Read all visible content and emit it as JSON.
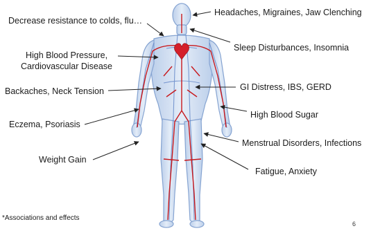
{
  "labels": {
    "headaches": "Headaches, Migraines, Jaw Clenching",
    "colds": "Decrease resistance to colds, flu…",
    "sleep": "Sleep Disturbances, Insomnia",
    "blood_pressure_1": "High Blood Pressure,",
    "blood_pressure_2": "Cardiovascular Disease",
    "backaches": "Backaches, Neck Tension",
    "gi": "GI Distress, IBS, GERD",
    "blood_sugar": "High Blood Sugar",
    "eczema": "Eczema, Psoriasis",
    "menstrual": "Menstrual Disorders, Infections",
    "weight": "Weight Gain",
    "fatigue": "Fatigue, Anxiety"
  },
  "footnote": "*Associations and effects",
  "page_number": "6",
  "colors": {
    "body_fill": "#c9d8ee",
    "body_outline": "#7f9fcf",
    "artery": "#c8181c",
    "heart": "#d4202a",
    "arrow": "#222222"
  }
}
